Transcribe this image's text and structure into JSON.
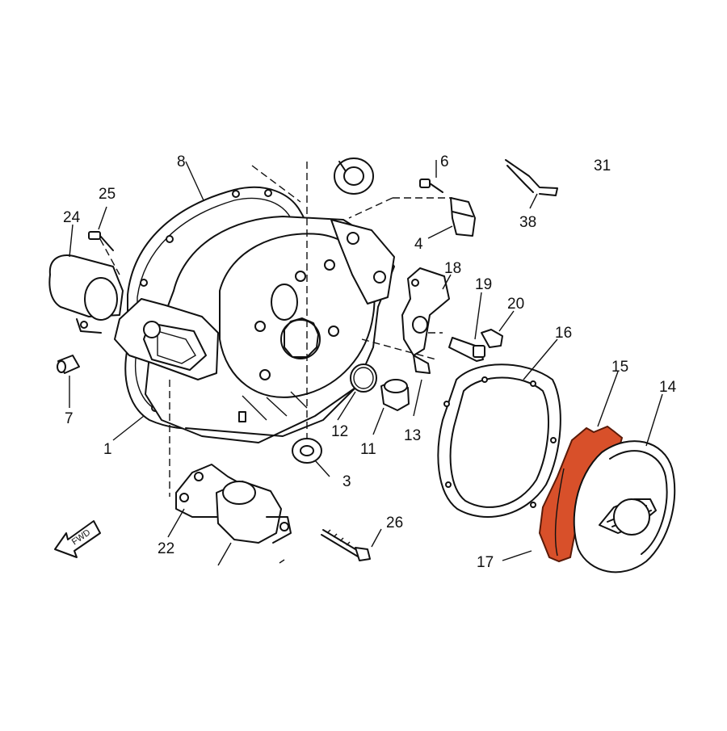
{
  "diagram": {
    "callouts": {
      "c1": "1",
      "c3": "3",
      "c4": "4",
      "c6": "6",
      "c7": "7",
      "c8": "8",
      "c11": "11",
      "c12": "12",
      "c13": "13",
      "c14": "14",
      "c15": "15",
      "c16": "16",
      "c17": "17",
      "c18": "18",
      "c19": "19",
      "c20": "20",
      "c22": "22",
      "c24": "24",
      "c25": "25",
      "c26": "26",
      "c31": "31",
      "c38": "38"
    },
    "fwd_arrow_label": "FWD",
    "highlight_color": "#d8502a"
  }
}
